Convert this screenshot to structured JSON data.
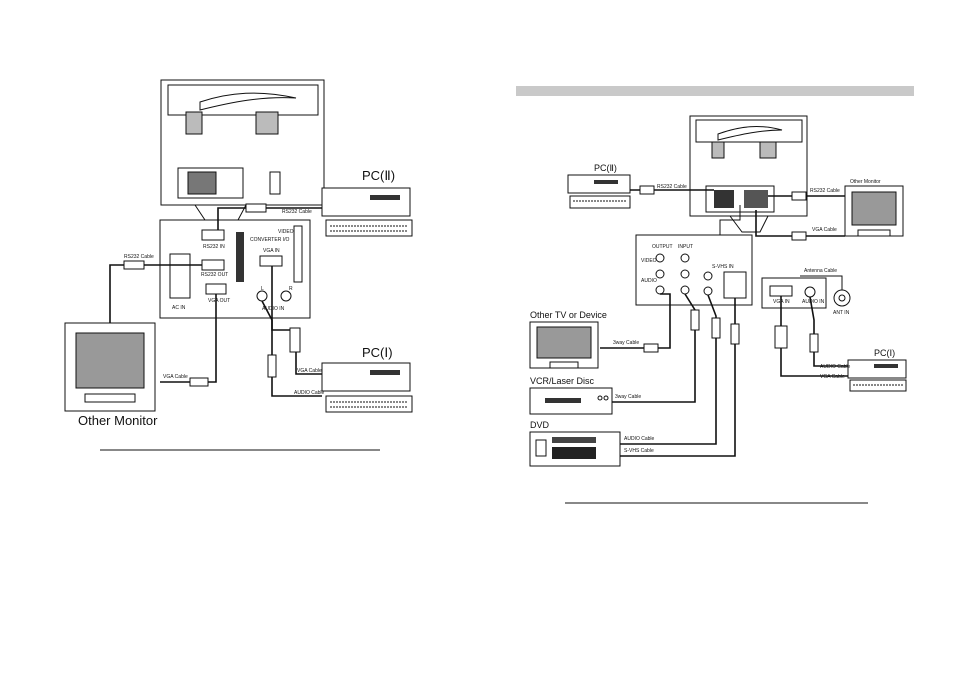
{
  "left_panel": {
    "pc2_title": "PC(Ⅱ)",
    "pc1_title": "PC(Ⅰ)",
    "other_monitor": "Other Monitor",
    "rs232_cable_top": "RS232 Cable",
    "rs232_cable_left": "RS232 Cable",
    "vga_cable_pc": "VGA Cable",
    "vga_cable_monitor": "VGA Cable",
    "audio_cable": "AUDIO Cable",
    "port_rs232_in": "RS232 IN",
    "port_rs232_out": "RS232 OUT",
    "port_vga_in": "VGA IN",
    "port_vga_out": "VGA OUT",
    "port_audio_in": "AUDIO IN",
    "port_ac_in": "AC IN",
    "label_video": "VIDEO",
    "label_converter": "CONVERTER I/O",
    "label_l": "L",
    "label_r": "R"
  },
  "right_panel": {
    "pc2_title": "PC(Ⅱ)",
    "pc1_title": "PC(Ⅰ)",
    "other_monitor": "Other Monitor",
    "other_tv": "Other TV or Device",
    "vcr": "VCR/Laser Disc",
    "dvd": "DVD",
    "rs232_cable_left": "RS232 Cable",
    "rs232_cable_right": "RS232 Cable",
    "vga_cable_monitor": "VGA Cable",
    "antenna_cable": "Antenna Cable",
    "ant_in": "ANT IN",
    "vga_in": "VGA IN",
    "audio_in": "AUDIO IN",
    "audio_cable_pc": "AUDIO Cable",
    "vga_cable_pc": "VGA Cable",
    "output": "OUTPUT",
    "input": "INPUT",
    "video": "VIDEO",
    "audio": "AUDIO",
    "svhs_in": "S-VHS IN",
    "cable_tv": "3way Cable",
    "cable_vcr": "3way Cable",
    "cable_dvd_audio": "AUDIO Cable",
    "cable_dvd_svhs": "S-VHS Cable"
  }
}
